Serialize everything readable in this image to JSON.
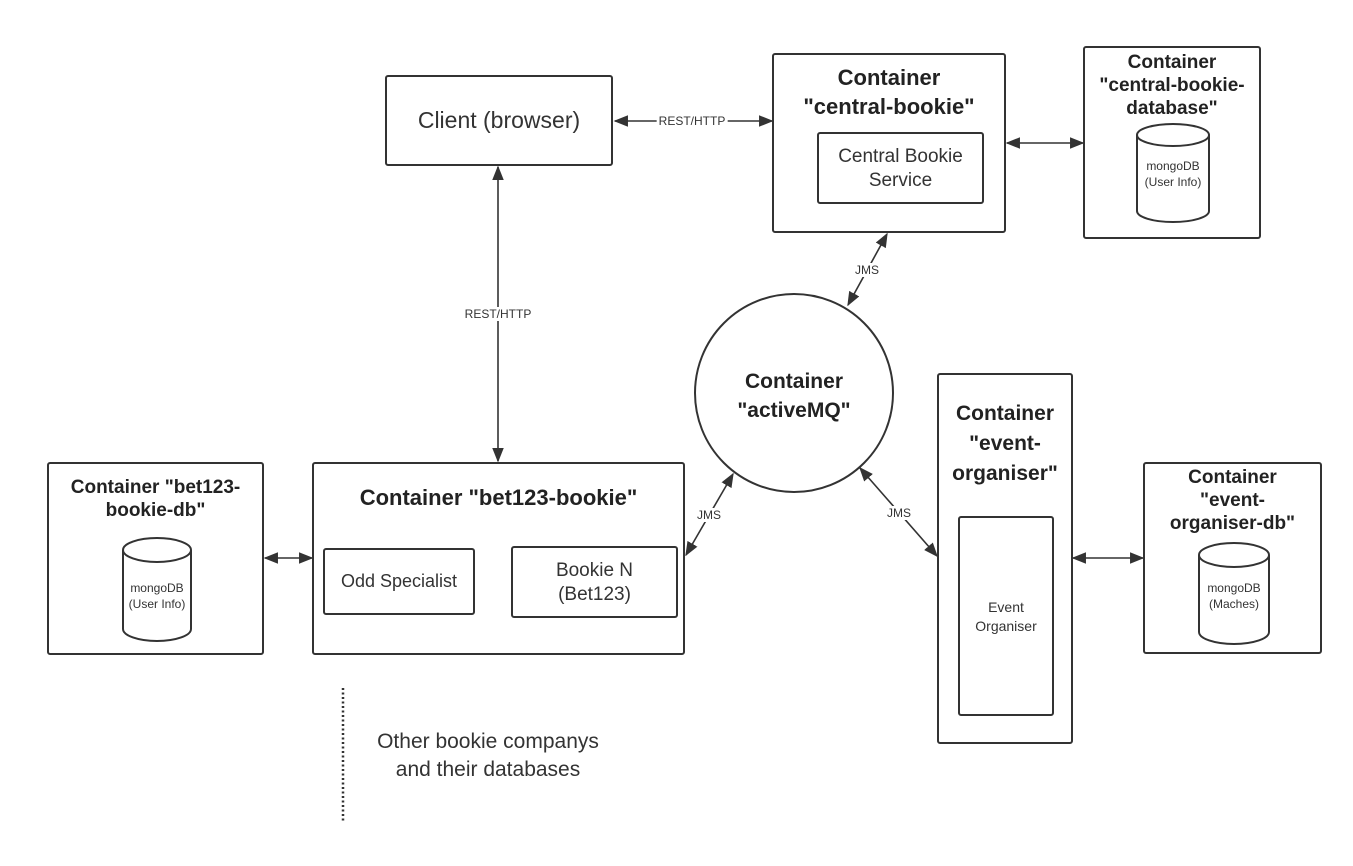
{
  "client": {
    "label": "Client (browser)"
  },
  "central_bookie": {
    "title": "Container\n\"central-bookie\"",
    "service": "Central Bookie\nService"
  },
  "central_db": {
    "title": "Container\n\"central-bookie-\ndatabase\"",
    "db": "mongoDB\n(User Info)"
  },
  "activemq": {
    "title": "Container\n\"activeMQ\""
  },
  "bet123_db": {
    "title": "Container \"bet123-\nbookie-db\"",
    "db": "mongoDB\n(User Info)"
  },
  "bet123_bookie": {
    "title": "Container \"bet123-bookie\"",
    "odd_specialist": "Odd Specialist",
    "bookie_n": "Bookie N\n(Bet123)"
  },
  "event_organiser": {
    "title": "Container\n\"event-\norganiser\"",
    "inner": "Event\nOrganiser"
  },
  "event_db": {
    "title": "Container\n\"event-\norganiser-db\"",
    "db": "mongoDB\n(Maches)"
  },
  "links": {
    "rest_top": "REST/HTTP",
    "rest_vertical": "REST/HTTP",
    "jms_central": "JMS",
    "jms_bet123": "JMS",
    "jms_event": "JMS"
  },
  "note": "Other bookie companys\nand their databases",
  "colors": {
    "stroke": "#333333",
    "background": "#ffffff"
  }
}
